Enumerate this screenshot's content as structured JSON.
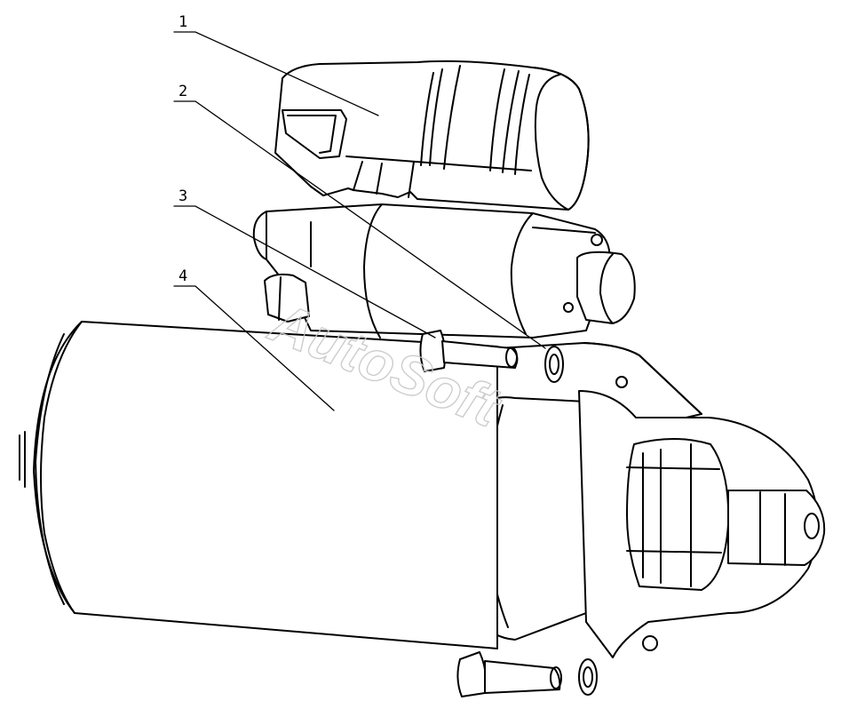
{
  "callouts": [
    {
      "label": "1"
    },
    {
      "label": "2"
    },
    {
      "label": "3"
    },
    {
      "label": "4"
    }
  ],
  "watermark": "AutoSoft"
}
